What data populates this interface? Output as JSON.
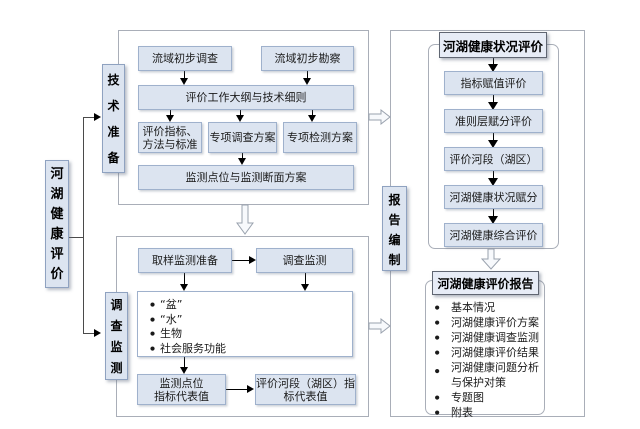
{
  "colors": {
    "box_fill": "#dce4f0",
    "box_border": "#9fb1cc",
    "panel_border": "#a9aeb8",
    "title_fill": "#e7ecf6",
    "title_border": "#606672",
    "arrow": "#000000",
    "background": "#ffffff"
  },
  "root": {
    "label": "河湖健康评价"
  },
  "stages": {
    "tech": "技术准备",
    "survey": "调查监测",
    "report": "报告编制"
  },
  "tech_panel": {
    "preliminary_survey": "流域初步调查",
    "preliminary_recon": "流域初步勘察",
    "outline": "评价工作大纲与技术细则",
    "indicators": "评价指标、\n方法与标准",
    "special_survey_plan": "专项调查方案",
    "special_test_plan": "专项检测方案",
    "monitoring_plan": "监测点位与监测断面方案"
  },
  "survey_panel": {
    "sampling_prep": "取样监测准备",
    "survey_monitoring": "调查监测",
    "bullets": [
      "“盆”",
      "“水”",
      "生物",
      "社会服务功能"
    ],
    "point_values": "监测点位\n指标代表值",
    "reach_values": "评价河段（湖区）指\n标代表值"
  },
  "assessment_panel": {
    "title": "河湖健康状况评价",
    "steps": [
      "指标赋值评价",
      "准则层赋分评价",
      "评价河段（湖区）",
      "河湖健康状况赋分",
      "河湖健康综合评价"
    ]
  },
  "report_panel": {
    "title": "河湖健康评价报告",
    "items": [
      "基本情况",
      "河湖健康评价方案",
      "河湖健康调查监测",
      "河湖健康评价结果",
      "河湖健康问题分析\n与保护对策",
      "专题图",
      "附表"
    ]
  }
}
